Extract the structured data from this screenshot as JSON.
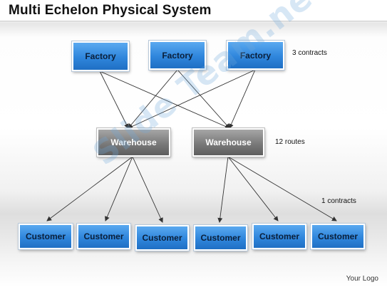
{
  "title": "Multi Echelon Physical System",
  "factories": [
    {
      "label": "Factory"
    },
    {
      "label": "Factory"
    },
    {
      "label": "Factory"
    }
  ],
  "warehouses": [
    {
      "label": "Warehouse"
    },
    {
      "label": "Warehouse"
    }
  ],
  "customers": [
    {
      "label": "Customer"
    },
    {
      "label": "Customer"
    },
    {
      "label": "Customer"
    },
    {
      "label": "Customer"
    },
    {
      "label": "Customer"
    },
    {
      "label": "Customer"
    }
  ],
  "notes": {
    "contracts": "3 contracts",
    "routes": "12 routes",
    "customer_contracts": "1 contracts"
  },
  "watermark": "Slide Team.net",
  "logo": "Your Logo",
  "colors": {
    "box_blue": "#2f86dc",
    "box_gray": "#7a7a7a",
    "arrow": "#333333"
  }
}
